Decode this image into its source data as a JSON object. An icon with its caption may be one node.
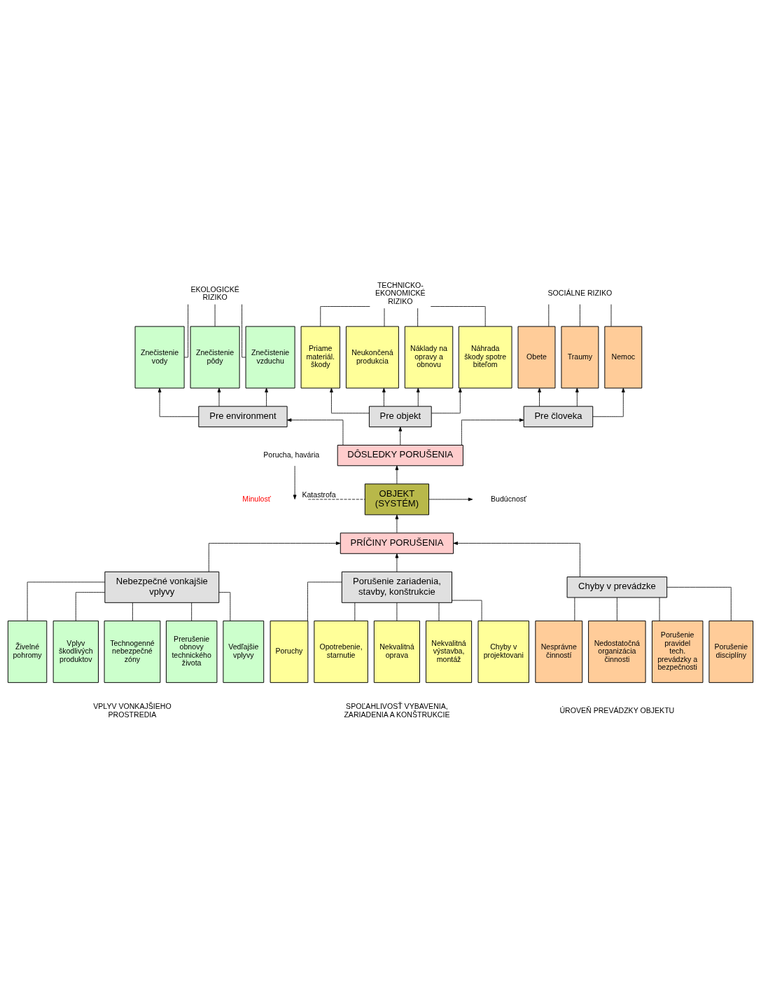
{
  "diagram": {
    "nodes": [
      {
        "text": [
          "EKOLOGICKÉ RIZIKO"
        ]
      },
      {
        "text": [
          "TECHNICKO-EKONOMICKÉ RIZIKO"
        ]
      },
      {
        "text": [
          "SOCIÁLNE RIZIKO"
        ]
      },
      {
        "text": [
          "Znečistenie vody"
        ]
      },
      {
        "text": [
          "Znečistenie pôdy"
        ]
      },
      {
        "text": [
          "Znečistenie vzduchu"
        ]
      },
      {
        "text": [
          "Priame materiál. škody"
        ]
      },
      {
        "text": [
          "Neukončená produkcia"
        ]
      },
      {
        "text": [
          "Náklady na opravy a obnovu"
        ]
      },
      {
        "text": [
          "Náhrada škody spotrebiteľom"
        ]
      },
      {
        "text": [
          "Obete"
        ]
      },
      {
        "text": [
          "Traumy"
        ]
      },
      {
        "text": [
          "Nemoc"
        ]
      },
      {
        "text": [
          "Pre environment"
        ]
      },
      {
        "text": [
          "Pre objekt"
        ]
      },
      {
        "text": [
          "Pre človeka"
        ]
      },
      {
        "text": [
          "DÔSLEDKY PORUŠENIA"
        ]
      },
      {
        "text": [
          "Porucha, havária"
        ]
      },
      {
        "text": [
          "OBJEKT (SYSTÉM)"
        ]
      },
      {
        "text": [
          "PRÍČINY PORUŠENIA"
        ]
      },
      {
        "text": [
          "Nebezpečné vonkajšie vplyvy"
        ]
      },
      {
        "text": [
          "Porušenie zariadenia, stavby, konštrukcie"
        ]
      },
      {
        "text": [
          "Chyby v prevádzke"
        ]
      },
      {
        "text": [
          "Živelné pohromy"
        ]
      },
      {
        "text": [
          "Vplyv škodlivých produktov"
        ]
      },
      {
        "text": [
          "Technogenné nebezpečné zóny"
        ]
      },
      {
        "text": [
          "Prerušenie obnovy technického života"
        ]
      },
      {
        "text": [
          "Vedľajšie vplyvy"
        ]
      },
      {
        "text": [
          "Poruchy"
        ]
      },
      {
        "text": [
          "Opotrebenie, starnutie"
        ]
      },
      {
        "text": [
          "Nekvalitná oprava"
        ]
      },
      {
        "text": [
          "Nekvalitná výstavba, montáž"
        ]
      },
      {
        "text": [
          "Chyby v projektovani"
        ]
      },
      {
        "text": [
          "Nesprávne činností"
        ]
      },
      {
        "text": [
          "Nedostatočná organizácia činnosti"
        ]
      },
      {
        "text": [
          "Porušenie pravidel tech. prevádzky a bezpečnosti"
        ]
      },
      {
        "text": [
          "Porušenie disciplíny"
        ]
      }
    ],
    "edges": [
      {
        "from": 0,
        "to": 3,
        "arrow": "none"
      },
      {
        "from": 0,
        "to": 4,
        "arrow": "none"
      },
      {
        "from": 0,
        "to": 5,
        "arrow": "none"
      },
      {
        "from": 1,
        "to": 6,
        "arrow": "none"
      },
      {
        "from": 1,
        "to": 7,
        "arrow": "none"
      },
      {
        "from": 1,
        "to": 8,
        "arrow": "none"
      },
      {
        "from": 1,
        "to": 9,
        "arrow": "none"
      },
      {
        "from": 2,
        "to": 10,
        "arrow": "none"
      },
      {
        "from": 2,
        "to": 11,
        "arrow": "none"
      },
      {
        "from": 2,
        "to": 12,
        "arrow": "none"
      },
      {
        "from": 13,
        "to": 3,
        "arrow": "to"
      },
      {
        "from": 13,
        "to": 4,
        "arrow": "to"
      },
      {
        "from": 13,
        "to": 5,
        "arrow": "to"
      },
      {
        "from": 14,
        "to": 6,
        "arrow": "to"
      },
      {
        "from": 14,
        "to": 7,
        "arrow": "to"
      },
      {
        "from": 14,
        "to": 8,
        "arrow": "to"
      },
      {
        "from": 14,
        "to": 9,
        "arrow": "to"
      },
      {
        "from": 15,
        "to": 10,
        "arrow": "to"
      },
      {
        "from": 15,
        "to": 11,
        "arrow": "to"
      },
      {
        "from": 15,
        "to": 12,
        "arrow": "to"
      },
      {
        "from": 16,
        "to": 13,
        "arrow": "to"
      },
      {
        "from": 16,
        "to": 14,
        "arrow": "to"
      },
      {
        "from": 16,
        "to": 15,
        "arrow": "to"
      },
      {
        "from": 18,
        "to": 16,
        "arrow": "to"
      },
      {
        "from": 17,
        "to": null,
        "arrow": "to"
      },
      {
        "from": null,
        "to": 18,
        "arrow": "none",
        "style": "dashed",
        "label": "Katastrofa"
      },
      {
        "from": 18,
        "to": null,
        "arrow": "to"
      },
      {
        "from": 19,
        "to": 18,
        "arrow": "to"
      },
      {
        "from": 20,
        "to": 19,
        "arrow": "to"
      },
      {
        "from": 21,
        "to": 19,
        "arrow": "to"
      },
      {
        "from": 22,
        "to": 19,
        "arrow": "to"
      },
      {
        "from": 20,
        "to": 23,
        "arrow": "none"
      },
      {
        "from": 20,
        "to": 24,
        "arrow": "none"
      },
      {
        "from": 20,
        "to": 25,
        "arrow": "none"
      },
      {
        "from": 20,
        "to": 26,
        "arrow": "none"
      },
      {
        "from": 20,
        "to": 27,
        "arrow": "none"
      },
      {
        "from": 21,
        "to": 28,
        "arrow": "none"
      },
      {
        "from": 21,
        "to": 29,
        "arrow": "none"
      },
      {
        "from": 21,
        "to": 30,
        "arrow": "none"
      },
      {
        "from": 21,
        "to": 31,
        "arrow": "none"
      },
      {
        "from": 21,
        "to": 32,
        "arrow": "none"
      },
      {
        "from": 22,
        "to": 33,
        "arrow": "none"
      },
      {
        "from": 22,
        "to": 34,
        "arrow": "none"
      },
      {
        "from": 22,
        "to": 35,
        "arrow": "none"
      },
      {
        "from": 22,
        "to": 36,
        "arrow": "none"
      }
    ],
    "labels": [
      "Minulosť",
      "Budúcnosť",
      "VPLYV VONKAJŠIEHO PROSTREDIA",
      "SPOĽAHLIVOSŤ VYBAVENIA, ZARIADENIA A KONŠTRUKCIE",
      "ÚROVEŇ PREVÁDZKY OBJEKTU"
    ]
  }
}
